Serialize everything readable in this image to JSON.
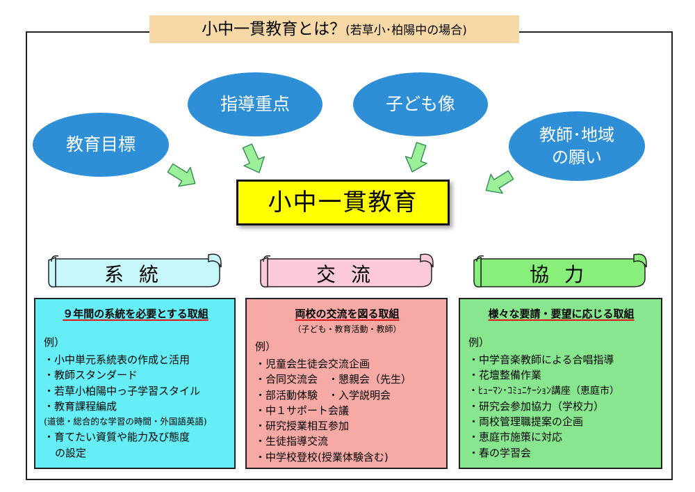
{
  "title": {
    "main": "小中一貫教育とは？",
    "sub": "(若草小･柏陽中の場合)"
  },
  "bubbles": {
    "goals": "教育目標",
    "focus": "指導重点",
    "child_image": "子ども像",
    "wishes_line1": "教師･地域",
    "wishes_line2": "の願い"
  },
  "center_label": "小中一貫教育",
  "scrolls": [
    {
      "label": "系統",
      "color": "#c8f7fa"
    },
    {
      "label": "交流",
      "color": "#fbc9d9"
    },
    {
      "label": "協力",
      "color": "#88f07a"
    }
  ],
  "boxes": {
    "keitou": {
      "title": "９年間の系統を必要とする取組",
      "rei": "例）",
      "items": [
        "・小中単元系統表の作成と活用",
        "・教師スタンダード",
        "・若草小柏陽中っ子学習スタイル",
        "・教育課程編成",
        "(道徳・総合的な学習の時間・外国語英語)",
        "・育てたい資質や能力及び態度",
        "の設定"
      ]
    },
    "kouryuu": {
      "title": "両校の交流を図る取組",
      "subtitle": "（子ども・教育活動・教師）",
      "rei": "例）",
      "items": [
        "・児童会生徒会交流企画",
        "・合同交流会　・懇親会（先生）",
        "・部活動体験　・入学説明会",
        "・中１サポート会議",
        "・研究授業相互参加",
        "・生徒指導交流",
        "・中学校登校(授業体験含む)"
      ]
    },
    "kyouryoku": {
      "title": "様々な要請・要望に応じる取組",
      "rei": "例）",
      "items": [
        "・中学音楽教師による合唱指導",
        "・花壇整備作業",
        "・ﾋｭｰﾏﾝ･ｺﾐｭﾆｹｰｼｮﾝ講座（恵庭市）",
        "・研究会参加協力（学校力）",
        "・両校管理職提案の企画",
        "・恵庭市施策に対応",
        "・春の学習会"
      ]
    }
  },
  "colors": {
    "bubble": "#2e8fd6",
    "arrow": "#9cf09a",
    "center": "#ffff00",
    "box_keitou": "#66eef6",
    "box_kouryuu": "#f7aaa5",
    "box_kyouryoku": "#88e78e",
    "title_bg": "#f7d9a8",
    "underline": "#e01818"
  },
  "icons": [
    "arrow-icon",
    "scroll-banner-icon"
  ]
}
